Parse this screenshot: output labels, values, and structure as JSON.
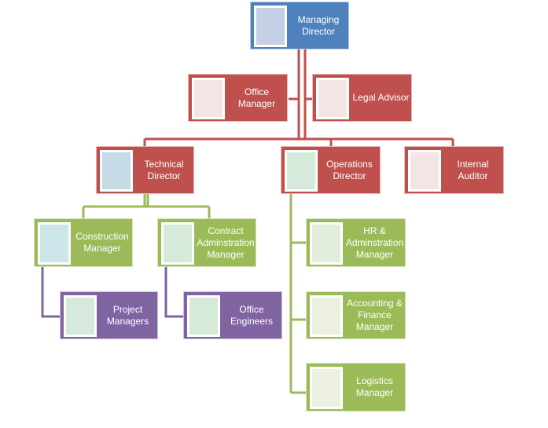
{
  "colors": {
    "blue": "#4f81bd",
    "red": "#c0504d",
    "green": "#9bbb59",
    "purple": "#8064a2"
  },
  "org_chart": {
    "managing_director": "Managing\nDirector",
    "office_manager": "Office\nManager",
    "legal_advisor": "Legal Advisor",
    "technical_director": "Technical\nDirector",
    "operations_director": "Operations\nDirector",
    "internal_auditor": "Internal\nAuditor",
    "construction_manager": "Construction\nManager",
    "contract_administration_manager": "Contract\nAdminstration\nManager",
    "project_managers": "Project\nManagers",
    "office_engineers": "Office\nEngineers",
    "hr_administration_manager": "HR &\nAdminstration\nManager",
    "accounting_finance_manager": "Accounting &\nFinance\nManager",
    "logistics_manager": "Logistics\nManager"
  }
}
